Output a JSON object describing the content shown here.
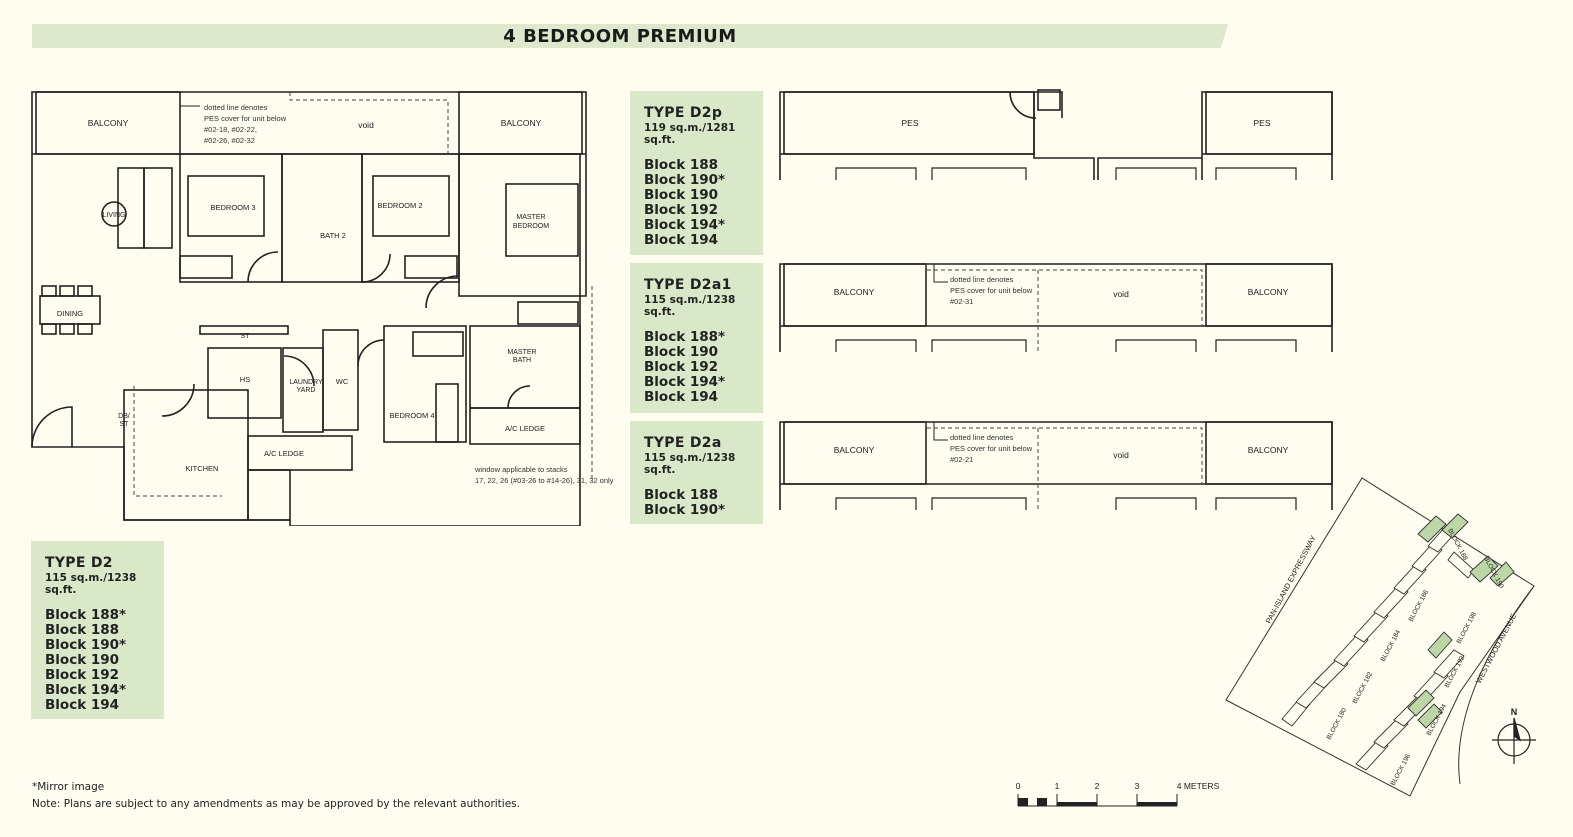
{
  "page": {
    "title": "4 BEDROOM PREMIUM"
  },
  "colors": {
    "card": "#d9e8c9",
    "highlight": "#bcd6a6",
    "line": "#222222",
    "background": "#fefdf0"
  },
  "plan": {
    "rooms": {
      "balcony_left": "BALCONY",
      "balcony_right": "BALCONY",
      "void": "void",
      "living": "LIVING",
      "dining": "DINING",
      "bedroom3": "BEDROOM 3",
      "bath2": "BATH 2",
      "bedroom2": "BEDROOM 2",
      "master_bedroom_1": "MASTER",
      "master_bedroom_2": "BEDROOM",
      "st": "ST",
      "hs": "HS",
      "laundry_1": "LAUNDRY",
      "laundry_2": "YARD",
      "wc": "WC",
      "bedroom4": "BEDROOM 4",
      "master_bath_1": "MASTER",
      "master_bath_2": "BATH",
      "ac_ledge_1": "A/C LEDGE",
      "ac_ledge_2": "A/C LEDGE",
      "dbst_1": "DB/",
      "dbst_2": "ST",
      "kitchen": "KITCHEN"
    },
    "pes_note": [
      "dotted line denotes",
      "PES cover for unit below",
      "#02-18, #02-22,",
      "#02-26, #02-32"
    ],
    "window_note": [
      "window applicable to stacks",
      "17, 22, 26 (#03-26 to #14-26), 31, 32 only"
    ]
  },
  "types": [
    {
      "name": "TYPE D2",
      "area": "115 sq.m./1238 sq.ft.",
      "blocks": [
        "Block 188*",
        "Block 188",
        "Block 190*",
        "Block 190",
        "Block 192",
        "Block 194*",
        "Block 194"
      ]
    },
    {
      "name": "TYPE D2p",
      "area": "119 sq.m./1281 sq.ft.",
      "blocks": [
        "Block 188",
        "Block 190*",
        "Block 190",
        "Block 192",
        "Block 194*",
        "Block 194"
      ]
    },
    {
      "name": "TYPE D2a1",
      "area": "115 sq.m./1238 sq.ft.",
      "blocks": [
        "Block 188*",
        "Block 190",
        "Block 192",
        "Block 194*",
        "Block 194"
      ]
    },
    {
      "name": "TYPE D2a",
      "area": "115 sq.m./1238 sq.ft.",
      "blocks": [
        "Block 188",
        "Block 190*"
      ]
    }
  ],
  "variants": {
    "d2p": {
      "left": "PES",
      "right": "PES"
    },
    "d2a1": {
      "left": "BALCONY",
      "right": "BALCONY",
      "void": "void",
      "note": [
        "dotted line denotes",
        "PES cover for unit below",
        "#02-31"
      ]
    },
    "d2a": {
      "left": "BALCONY",
      "right": "BALCONY",
      "void": "void",
      "note": [
        "dotted line denotes",
        "PES cover for unit below",
        "#02-21"
      ]
    }
  },
  "scale": {
    "ticks": [
      "0",
      "1",
      "2",
      "3",
      "4 METERS"
    ]
  },
  "site": {
    "roads": [
      "PAN-ISLAND EXPRESSWAY",
      "WESTWOOD AVENUE"
    ],
    "blocks": [
      "BLOCK 180",
      "BLOCK 182",
      "BLOCK 184",
      "BLOCK 186",
      "BLOCK 188",
      "BLOCK 190",
      "BLOCK 192",
      "BLOCK 194",
      "BLOCK 196",
      "BLOCK 198"
    ],
    "north": "N"
  },
  "notes": [
    "*Mirror image",
    "Note: Plans are subject to any amendments as may be approved by the relevant authorities."
  ]
}
